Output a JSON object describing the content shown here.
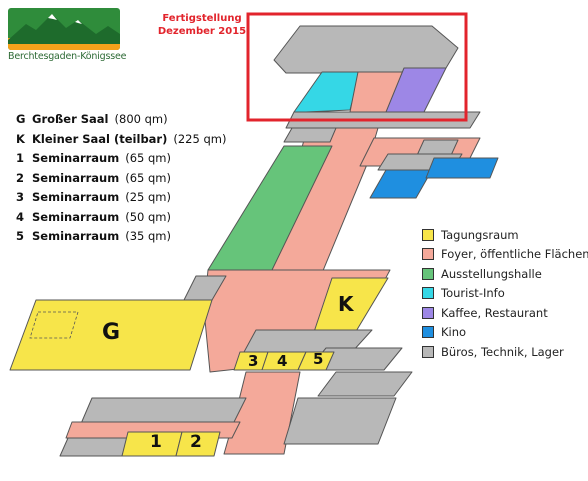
{
  "logo": {
    "text": "Berchtesgaden-Königssee",
    "colors": {
      "green": "#2f8c3b",
      "orange": "#f4a21b",
      "mountain": "#1e6b2c",
      "snow": "#ffffff"
    }
  },
  "announcement": {
    "line1": "Fertigstellung",
    "line2": "Dezember 2015",
    "color": "#e2242c"
  },
  "rooms": [
    {
      "code": "G",
      "name": "Großer Saal",
      "size": "(800 qm)"
    },
    {
      "code": "K",
      "name": "Kleiner Saal (teilbar)",
      "size": "(225 qm)"
    },
    {
      "code": "1",
      "name": "Seminarraum",
      "size": "(65 qm)"
    },
    {
      "code": "2",
      "name": "Seminarraum",
      "size": "(65 qm)"
    },
    {
      "code": "3",
      "name": "Seminarraum",
      "size": "(25 qm)"
    },
    {
      "code": "4",
      "name": "Seminarraum",
      "size": "(50 qm)"
    },
    {
      "code": "5",
      "name": "Seminarraum",
      "size": "(35 qm)"
    }
  ],
  "legend": [
    {
      "label": "Tagungsraum",
      "color": "#f7e54a"
    },
    {
      "label": "Foyer, öffentliche Flächen",
      "color": "#f4a99a"
    },
    {
      "label": "Ausstellungshalle",
      "color": "#66c47a"
    },
    {
      "label": "Tourist-Info",
      "color": "#35d7e6"
    },
    {
      "label": "Kaffee, Restaurant",
      "color": "#9d87e6"
    },
    {
      "label": "Kino",
      "color": "#1f8fe0"
    },
    {
      "label": "Büros, Technik, Lager",
      "color": "#b8b8b8"
    }
  ],
  "plan_labels": {
    "G": "G",
    "K": "K",
    "r1": "1",
    "r2": "2",
    "r3": "3",
    "r4": "4",
    "r5": "5"
  }
}
